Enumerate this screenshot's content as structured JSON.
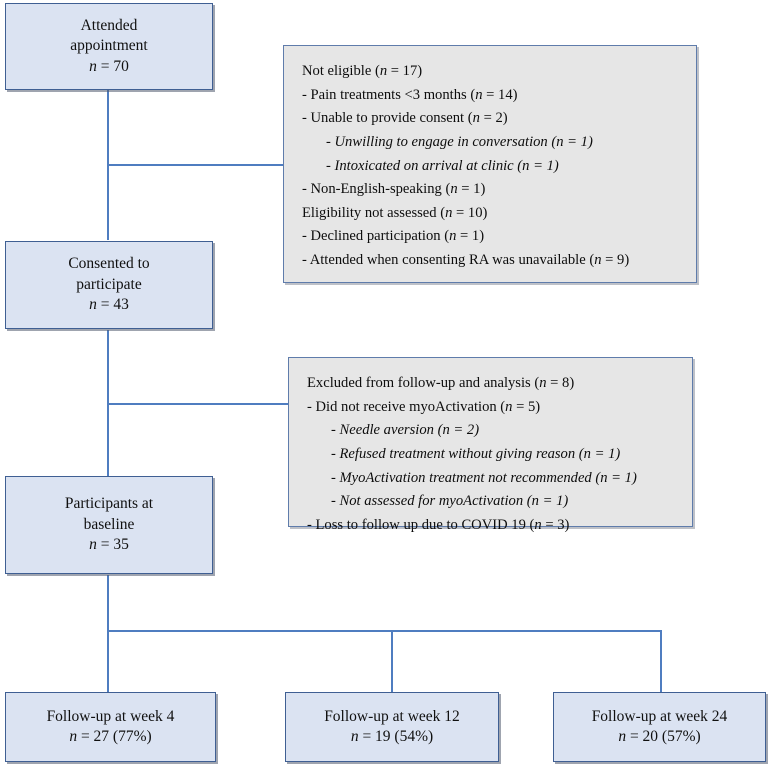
{
  "figure": {
    "type": "flow-diagram",
    "title": "Participant flow through study",
    "colors": {
      "box_fill": "#dbe3f2",
      "box_border": "#3f5f93",
      "note_fill": "#e6e6e6",
      "note_border": "#5f7cab",
      "connector": "#4f7dc0"
    }
  },
  "nodes": {
    "attended": {
      "line1": "Attended",
      "line2": "appointment",
      "line3_n": "n",
      "line3_eq": " = 70"
    },
    "consented": {
      "line1": "Consented to",
      "line2": "participate",
      "line3_n": "n",
      "line3_eq": " = 43"
    },
    "baseline": {
      "line1": "Participants at",
      "line2": "baseline",
      "line3_n": "n",
      "line3_eq": " = 35"
    },
    "followup_w4": {
      "line1": "Follow-up at week 4",
      "line2_n": "n",
      "line2_eq": " = 27 (77%)"
    },
    "followup_w12": {
      "line1": "Follow-up at week 12",
      "line2_n": "n",
      "line2_eq": " = 19 (54%)"
    },
    "followup_w24": {
      "line1": "Follow-up at week 24",
      "line2_n": "n",
      "line2_eq": " = 20 (57%)"
    }
  },
  "notes": {
    "exclusions_screening": {
      "rows": [
        {
          "indent": 0,
          "italic": false,
          "text": "Not eligible (",
          "n": "n",
          "tail": " = 17)"
        },
        {
          "indent": 0,
          "italic": false,
          "text": "- Pain treatments <3 months (",
          "n": "n",
          "tail": " = 14)"
        },
        {
          "indent": 0,
          "italic": false,
          "text": "- Unable to provide consent (",
          "n": "n",
          "tail": " = 2)"
        },
        {
          "indent": 1,
          "italic": true,
          "text": "- Unwilling to engage in conversation (",
          "n": "n",
          "tail": " = 1)"
        },
        {
          "indent": 1,
          "italic": true,
          "text": "- Intoxicated on arrival at clinic (",
          "n": "n",
          "tail": " = 1)"
        },
        {
          "indent": 0,
          "italic": false,
          "text": "- Non-English-speaking (",
          "n": "n",
          "tail": " = 1)"
        },
        {
          "indent": 0,
          "italic": false,
          "text": "Eligibility not assessed (",
          "n": "n",
          "tail": " = 10)"
        },
        {
          "indent": 0,
          "italic": false,
          "text": "- Declined participation (",
          "n": "n",
          "tail": " = 1)"
        },
        {
          "indent": 0,
          "italic": false,
          "text": "- Attended when consenting RA was unavailable (",
          "n": "n",
          "tail": " = 9)"
        }
      ]
    },
    "exclusions_followup": {
      "rows": [
        {
          "indent": 0,
          "italic": false,
          "text": "Excluded from follow-up and analysis (",
          "n": "n",
          "tail": " = 8)"
        },
        {
          "indent": 0,
          "italic": false,
          "text": "- Did not receive myoActivation (",
          "n": "n",
          "tail": " = 5)"
        },
        {
          "indent": 1,
          "italic": true,
          "text": "- Needle aversion (",
          "n": "n",
          "tail": " = 2)"
        },
        {
          "indent": 1,
          "italic": true,
          "text": "- Refused treatment without giving reason (",
          "n": "n",
          "tail": " = 1)"
        },
        {
          "indent": 1,
          "italic": true,
          "text": "- MyoActivation treatment not recommended (",
          "n": "n",
          "tail": " = 1)"
        },
        {
          "indent": 1,
          "italic": true,
          "text": "- Not assessed for myoActivation (",
          "n": "n",
          "tail": " = 1)"
        },
        {
          "indent": 0,
          "italic": false,
          "text": "- Loss to follow up due to COVID 19 (",
          "n": "n",
          "tail": " = 3)"
        }
      ]
    }
  }
}
